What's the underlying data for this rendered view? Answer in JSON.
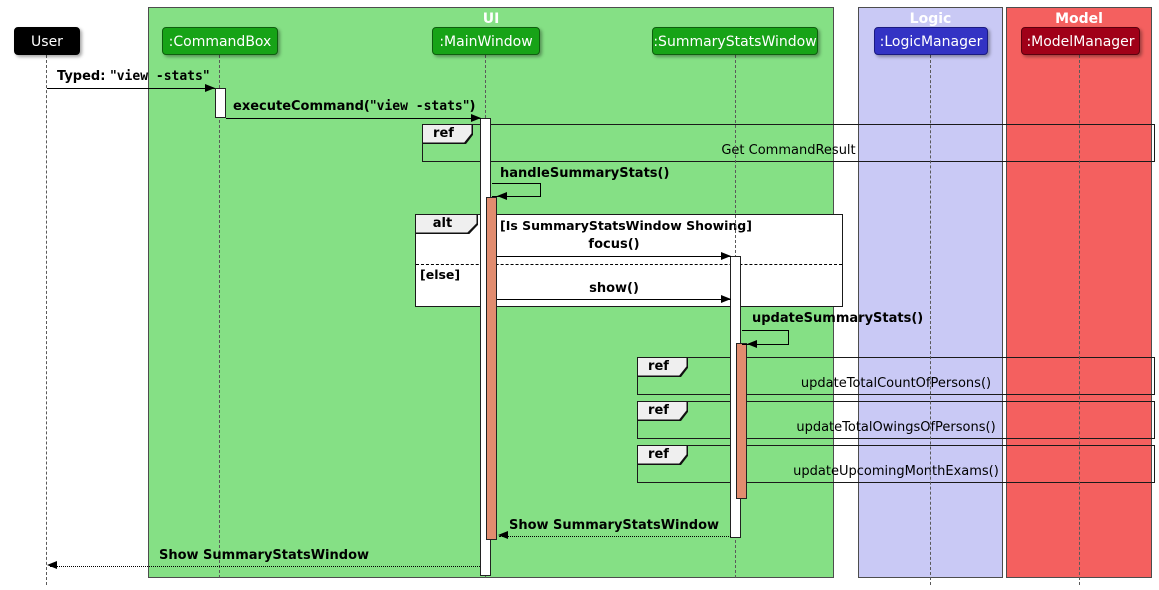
{
  "diagram": {
    "frames": {
      "ui": "UI",
      "logic": "Logic",
      "model": "Model"
    },
    "participants": {
      "user": "User",
      "command_box": ":CommandBox",
      "main_window": ":MainWindow",
      "summary_stats_window": ":SummaryStatsWindow",
      "logic_manager": ":LogicManager",
      "model_manager": ":ModelManager"
    },
    "operators": {
      "ref_label": "ref",
      "alt_label": "alt",
      "guard_showing": "[Is SummaryStatsWindow Showing]",
      "guard_else": "[else]"
    },
    "messages": {
      "typed": {
        "prefix": "Typed: \"",
        "mono": "view -stats",
        "suffix": "\""
      },
      "execute_command": {
        "prefix": "executeCommand(\"",
        "mono": "view -stats",
        "suffix": "\")"
      },
      "handle_summary_stats": "handleSummaryStats()",
      "focus": "focus()",
      "show": "show()",
      "update_summary_stats": "updateSummaryStats()",
      "show_window_to_mainwindow": "Show SummaryStatsWindow",
      "show_window_to_user": "Show SummaryStatsWindow"
    },
    "refs": {
      "get_command_result": "Get CommandResult",
      "update_total_count": "updateTotalCountOfPersons()",
      "update_total_owings": "updateTotalOwingsOfPersons()",
      "update_upcoming_exams": "updateUpcomingMonthExams()"
    },
    "colors": {
      "ui-frame-bg": "#85E085",
      "logic-frame-bg": "#C9C9F5",
      "model-frame-bg": "#F4605F",
      "participant-user-bg": "#000000",
      "participant-ui-bg": "#17A317",
      "participant-logic-bg": "#3333C4",
      "participant-model-bg": "#A00018",
      "activation-bg": "#FFFFFF",
      "activation-nested-bg": "#E18C6F"
    }
  }
}
